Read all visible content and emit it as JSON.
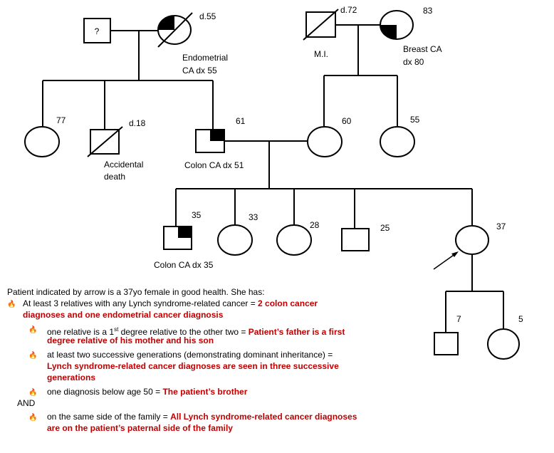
{
  "pedigree": {
    "gen1": {
      "paternal_grandfather": {
        "label": "?"
      },
      "paternal_grandmother": {
        "age": "d.55",
        "note_line1": "Endometrial",
        "note_line2": "CA dx 55"
      },
      "maternal_grandfather": {
        "age": "d.72",
        "note": "M.I."
      },
      "maternal_grandmother": {
        "age": "83",
        "note_line1": "Breast CA",
        "note_line2": "dx 80"
      }
    },
    "gen2": {
      "aunt": {
        "age": "77"
      },
      "uncle": {
        "age": "d.18",
        "note_line1": "Accidental",
        "note_line2": "death"
      },
      "father": {
        "age": "61",
        "note": "Colon CA dx 51"
      },
      "mother": {
        "age": "60"
      },
      "maternal_aunt": {
        "age": "55"
      }
    },
    "gen3": {
      "brother": {
        "age": "35",
        "note": "Colon CA dx 35"
      },
      "sister1": {
        "age": "33"
      },
      "sister2": {
        "age": "28"
      },
      "brother2": {
        "age": "25"
      },
      "proband": {
        "age": "37"
      }
    },
    "gen4": {
      "son": {
        "age": "7"
      },
      "daughter": {
        "age": "5"
      }
    }
  },
  "notes": {
    "intro": "Patient  indicated by arrow is a 37yo female in good health.  She  has:",
    "c1_text": "At least 3 relatives with any Lynch syndrome-related cancer = ",
    "c1_red_a": "2 colon cancer",
    "c1_red_b": "diagnoses and one endometrial cancer diagnosis",
    "c2_text": "one relative is a 1",
    "c2_sup": "st",
    "c2_text2": " degree relative to the other two = ",
    "c2_red_a": "Patient’s father is a first",
    "c2_red_b": "degree relative of his mother and his son",
    "c3_text": "at least two successive generations (demonstrating dominant inheritance) =",
    "c3_red_a": "Lynch syndrome-related cancer diagnoses  are seen in three successive",
    "c3_red_b": "generations",
    "c4_text": "one diagnosis below age 50  = ",
    "c4_red": "The patient’s brother",
    "and_label": "AND",
    "c5_text": "on the same side of the family = ",
    "c5_red_a": " All Lynch syndrome-related cancer diagnoses",
    "c5_red_b": "are on the patient’s paternal side of the family"
  },
  "colors": {
    "line": "#000000",
    "affected": "#000000",
    "highlight": "#c00000"
  }
}
